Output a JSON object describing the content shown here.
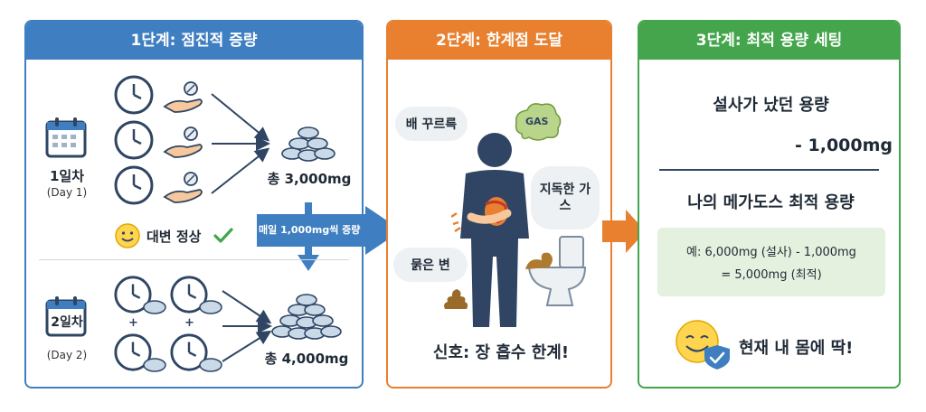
{
  "colors": {
    "blue": "#3f7fc1",
    "orange": "#e8802f",
    "green": "#45a54c",
    "navy": "#2f4563"
  },
  "step1": {
    "title": "1단계: 점진적 증량",
    "day1": {
      "label": "1일차",
      "sub": "(Day 1)",
      "total": "총 3,000mg"
    },
    "day2": {
      "label": "2일차",
      "sub": "(Day 2)",
      "total": "총 4,000mg"
    },
    "normal_label": "대변 정상",
    "increase_label": "매일 1,000mg씩 증량",
    "plus": "+"
  },
  "step2": {
    "title": "2단계: 한계점 도달",
    "bubble_rumble": "배 꾸르륵",
    "gas_text": "GAS",
    "bubble_gas": "지독한 가스",
    "bubble_stool": "묽은 변",
    "signal": "신호: 장 흡수 한계!"
  },
  "step3": {
    "title": "3단계: 최적 용량 세팅",
    "line1": "설사가 났던 용량",
    "line2": "- 1,000mg",
    "line3": "나의 메가도스 최적 용량",
    "example1": "예: 6,000mg (설사) - 1,000mg",
    "example2": "= 5,000mg (최적)",
    "result": "현재 내 몸에 딱!"
  },
  "icons": [
    "calendar-icon",
    "clock-icon",
    "hand-pill-icon",
    "pill-stack-icon",
    "smiley-icon",
    "check-icon",
    "person-icon",
    "toilet-icon",
    "poop-icon",
    "shield-check-icon"
  ]
}
